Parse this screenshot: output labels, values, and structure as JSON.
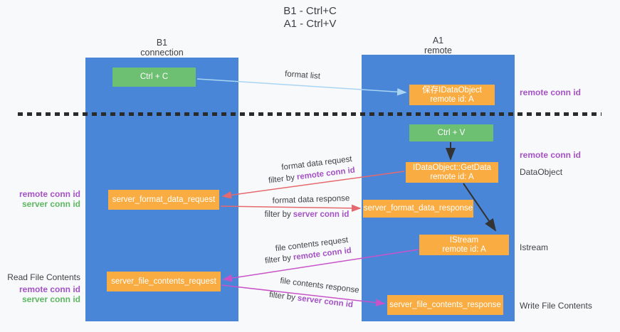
{
  "title": {
    "line1": "B1 - Ctrl+C",
    "line2": "A1 - Ctrl+V"
  },
  "columns": {
    "left": {
      "header_line1": "B1",
      "header_line2": "connection"
    },
    "right": {
      "header_line1": "A1",
      "header_line2": "remote"
    }
  },
  "boxes": {
    "ctrl_c": {
      "label": "Ctrl + C"
    },
    "save_dataobject": {
      "line1": "保存IDataObject",
      "line2": "remote id: A"
    },
    "ctrl_v": {
      "label": "Ctrl + V"
    },
    "getdata": {
      "line1": "IDataObject::GetData",
      "line2": "remote id: A"
    },
    "format_request": {
      "label": "server_format_data_request"
    },
    "format_response": {
      "label": "server_format_data_response"
    },
    "istream": {
      "line1": "IStream",
      "line2": "remote id: A"
    },
    "file_request": {
      "label": "server_file_contents_request"
    },
    "file_response": {
      "label": "server_file_contents_response"
    }
  },
  "arrow_labels": {
    "format_list": "format list",
    "format_data_request": "format data request",
    "format_data_response": "format data response",
    "file_contents_request": "file contents request",
    "file_contents_response": "file contents response"
  },
  "filters": {
    "prefix": "filter by",
    "f1": "remote conn id",
    "f2": "server conn id",
    "f3": "remote conn id",
    "f4": "server conn id"
  },
  "side_labels": {
    "right_remote_conn_id_1": "remote conn id",
    "right_remote_conn_id_2": "remote conn id",
    "right_dataobject": "DataObject",
    "right_istream": "Istream",
    "right_write_file": "Write File Contents",
    "left_remote_conn_id_1": "remote conn id",
    "left_server_conn_id_1": "server conn id",
    "left_read_file": "Read File Contents",
    "left_remote_conn_id_2": "remote conn id",
    "left_server_conn_id_2": "server conn id"
  },
  "colors": {
    "column_blue": "#4a86d8",
    "box_green": "#6dbf71",
    "box_orange": "#f8ac42",
    "arrow_lightblue": "#a9d5f2",
    "arrow_salmon": "#e5696e",
    "arrow_magenta": "#c853c8",
    "arrow_black": "#333333",
    "text_purple": "#a452c5",
    "text_green": "#5cb961",
    "background": "#f8f9fa"
  }
}
